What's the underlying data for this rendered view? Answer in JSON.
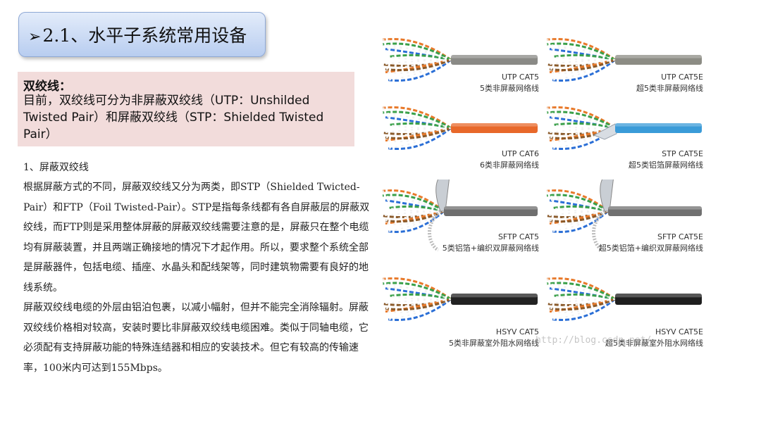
{
  "slide": {
    "title_arrow": "➢",
    "title": "2.1、水平子系统常用设备"
  },
  "highlight": {
    "heading": "双绞线：",
    "body": "目前，双绞线可分为非屏蔽双绞线（UTP：Unshilded Twisted Pair）和屏蔽双绞线（STP：Shielded Twisted Pair）"
  },
  "section": {
    "heading": "1、屏蔽双绞线",
    "paragraphs": [
      "根据屏蔽方式的不同，屏蔽双绞线又分为两类，即STP（Shielded Twicted-Pair）和FTP（Foil Twisted-Pair）。STP是指每条线都有各自屏蔽层的屏蔽双绞线，而FTP则是采用整体屏蔽的屏蔽双绞线需要注意的是，屏蔽只在整个电缆均有屏蔽装置，并且两端正确接地的情况下才起作用。所以，要求整个系统全部是屏蔽器件，包括电缆、插座、水晶头和配线架等，同时建筑物需要有良好的地线系统。",
      "屏蔽双绞线电缆的外层由铝泊包裹，以减小幅射，但并不能完全消除辐射。屏蔽双绞线价格相对较高，安装时要比非屏蔽双绞线电缆困难。类似于同轴电缆，它必须配有支持屏蔽功能的特殊连结器和相应的安装技术。但它有较高的传输速率，100米内可达到155Mbps。"
    ]
  },
  "cables": [
    {
      "code": "UTP CAT5",
      "desc": "5类非屏蔽网络线",
      "jacket_color": "#8a8a86",
      "shield": "none"
    },
    {
      "code": "UTP CAT5E",
      "desc": "超5类非屏蔽网络线",
      "jacket_color": "#8c8c84",
      "shield": "none"
    },
    {
      "code": "UTP CAT6",
      "desc": "6类非屏蔽网络线",
      "jacket_color": "#e8682a",
      "shield": "none"
    },
    {
      "code": "STP CAT5E",
      "desc": "超5类铝箔屏蔽网络线",
      "jacket_color": "#3a9bd8",
      "shield": "foil"
    },
    {
      "code": "SFTP CAT5",
      "desc": "5类铝箔+编织双屏蔽网络线",
      "jacket_color": "#6e6e6e",
      "shield": "foil-braid"
    },
    {
      "code": "SFTP CAT5E",
      "desc": "超5类铝箔+编织双屏蔽网络线",
      "jacket_color": "#707070",
      "shield": "foil-braid"
    },
    {
      "code": "HSYV CAT5",
      "desc": "5类非屏蔽室外阻水网络线",
      "jacket_color": "#222222",
      "shield": "none"
    },
    {
      "code": "HSYV CAT5E",
      "desc": "超5类非屏蔽室外阻水网络线",
      "jacket_color": "#1e1e1e",
      "shield": "none"
    }
  ],
  "watermark": "http://blog.csdn.net/"
}
